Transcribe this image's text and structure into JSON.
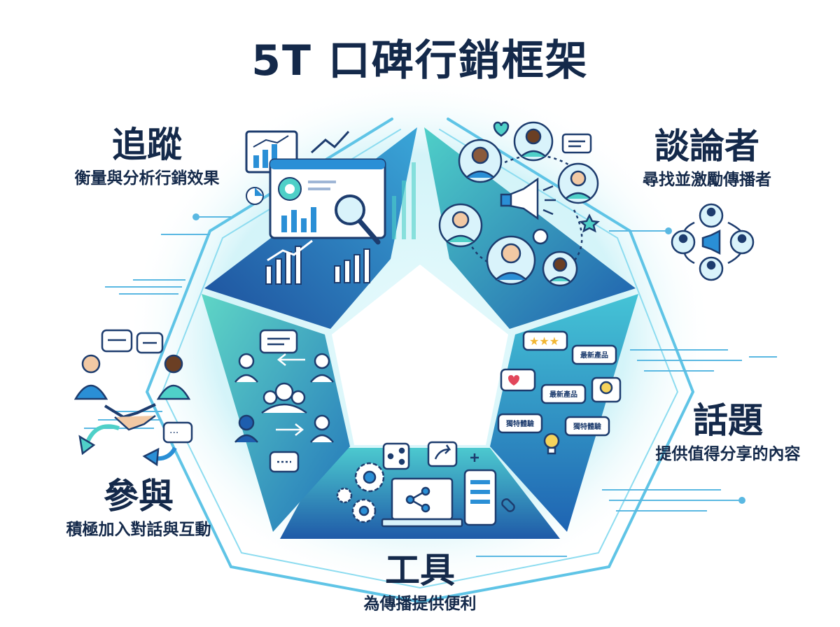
{
  "title": "5T 口碑行銷框架",
  "segments": [
    {
      "key": "talkers",
      "title": "談論者",
      "subtitle": "尋找並激勵傳播者"
    },
    {
      "key": "topics",
      "title": "話題",
      "subtitle": "提供值得分享的內容"
    },
    {
      "key": "tools",
      "title": "工具",
      "subtitle": "為傳播提供便利"
    },
    {
      "key": "taking_part",
      "title": "參與",
      "subtitle": "積極加入對話與互動"
    },
    {
      "key": "tracking",
      "title": "追蹤",
      "subtitle": "衡量與分析行銷效果"
    }
  ],
  "topic_tags": [
    "最新產品",
    "最新產品",
    "獨特體驗",
    "獨特體驗"
  ],
  "colors": {
    "title": "#14294a",
    "deep_blue": "#1f5aa8",
    "teal": "#3cc2c2",
    "glow": "#c9f1f7",
    "accent": "#2a8fd6"
  }
}
